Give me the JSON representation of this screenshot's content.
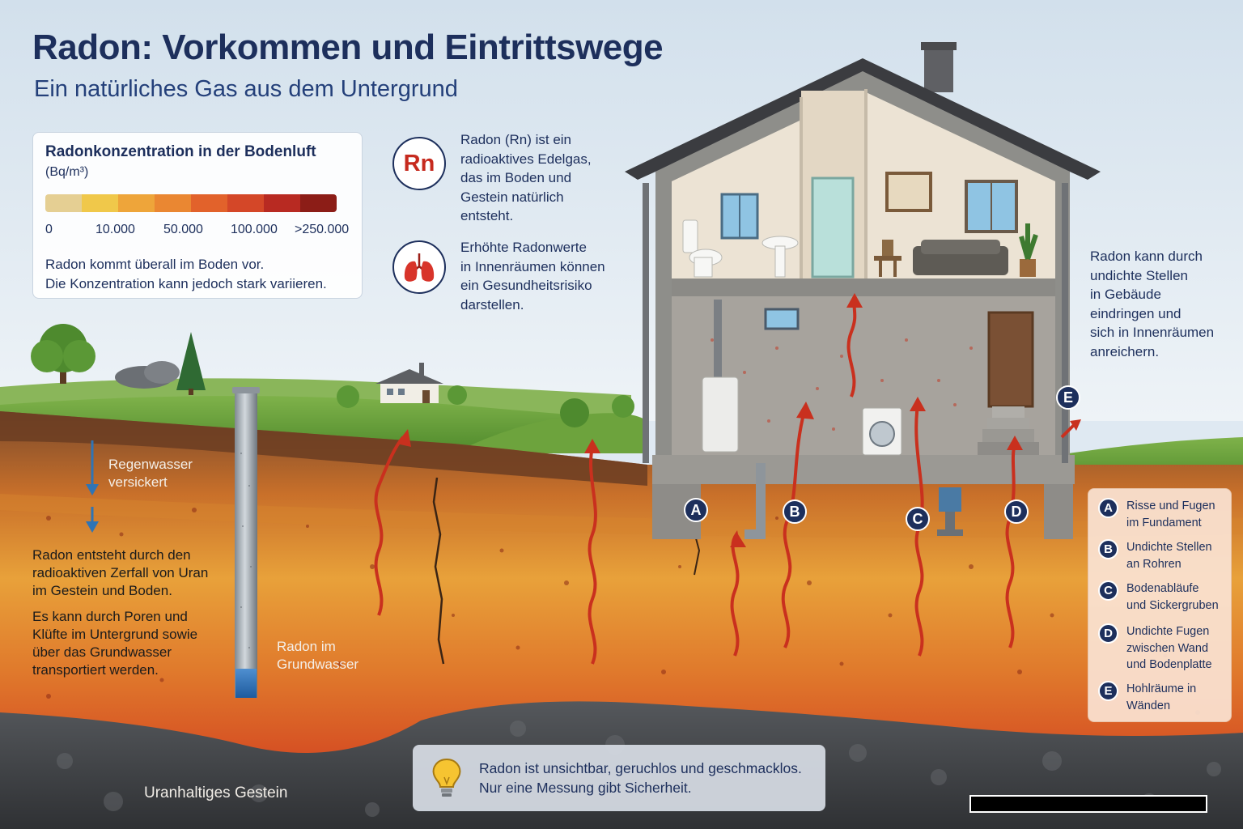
{
  "header": {
    "title": "Radon: Vorkommen und Eintrittswege",
    "subtitle": "Ein natürliches Gas aus dem Untergrund"
  },
  "concentration_legend": {
    "title": "Radonkonzentration in der Bodenluft",
    "unit": "(Bq/m³)",
    "ticks": [
      "0",
      "10.000",
      "50.000",
      "100.000",
      ">250.000"
    ],
    "scale_colors": [
      "#e5cf93",
      "#f0c84a",
      "#eea53a",
      "#ea8732",
      "#e2622b",
      "#d44728",
      "#b82a22",
      "#8c1d17"
    ],
    "note": "Radon kommt überall im Boden vor.\nDie Konzentration kann jedoch stark variieren."
  },
  "info": {
    "rn_symbol": "Rn",
    "rn_text": "Radon (Rn) ist ein\nradioaktives Edelgas,\ndas im Boden und\nGestein natürlich\nentsteht.",
    "health_text": "Erhöhte Radonwerte\nin Innenräumen können\nein Gesundheitsrisiko\ndarstellen."
  },
  "right_note": "Radon kann durch\nundichte Stellen\nin Gebäude\neindringen und\nsich in Innenräumen\nanreichern.",
  "ground_labels": {
    "rain": "Regenwasser\nversickert",
    "origin": "Radon entsteht durch den\nradioaktiven Zerfall von Uran\nim Gestein und Boden.",
    "transport": "Es kann durch Poren und\nKlüfte im Untergrund sowie\nüber das Grundwasser\ntransportiert werden.",
    "groundwater": "Radon im\nGrundwasser",
    "bedrock": "Uranhaltiges Gestein"
  },
  "entry_paths": [
    {
      "letter": "A",
      "text": "Risse und Fugen\nim Fundament"
    },
    {
      "letter": "B",
      "text": "Undichte Stellen\nan Rohren"
    },
    {
      "letter": "C",
      "text": "Bodenabläufe\nund Sickergruben"
    },
    {
      "letter": "D",
      "text": "Undichte Fugen\nzwischen Wand\nund Bodenplatte"
    },
    {
      "letter": "E",
      "text": "Hohlräume in\nWänden"
    }
  ],
  "tip": {
    "text": "Radon ist unsichtbar, geruchlos und geschmacklos.\nNur eine Messung gibt Sicherheit.",
    "icon": "lightbulb-icon"
  },
  "colors": {
    "navy": "#1d2f5c",
    "radon_red": "#c62a1e"
  }
}
